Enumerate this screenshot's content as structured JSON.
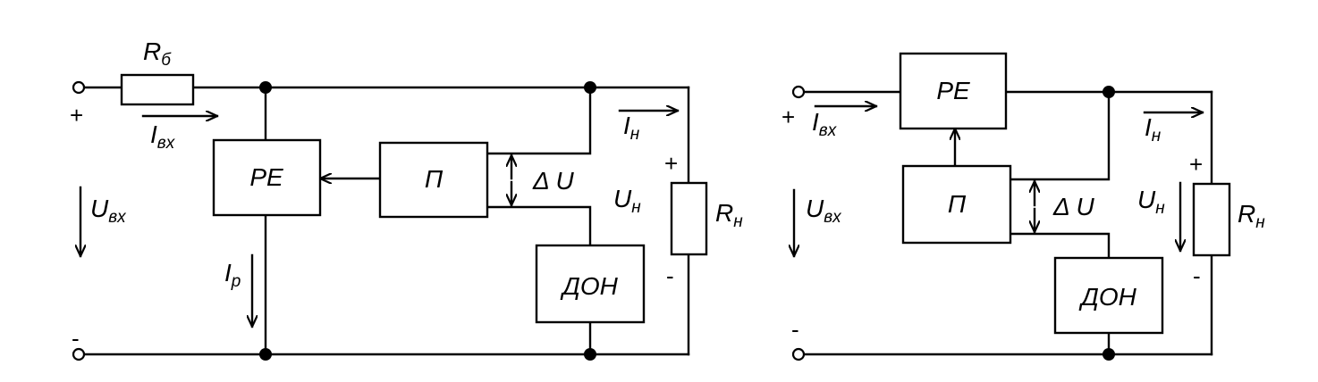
{
  "diagrams": {
    "left": {
      "block_re": "РЕ",
      "block_p": "П",
      "block_don": "ДОН",
      "r_ballast": {
        "main": "R",
        "sub": "б"
      },
      "r_load": {
        "main": "R",
        "sub": "н"
      },
      "i_in": {
        "main": "I",
        "sub": "вх"
      },
      "i_load": {
        "main": "I",
        "sub": "н"
      },
      "i_reg": {
        "main": "I",
        "sub": "р"
      },
      "u_in": {
        "main": "U",
        "sub": "вх"
      },
      "u_load": {
        "main": "U",
        "sub": "н"
      },
      "delta_u": "Δ U",
      "plus_in": "+",
      "minus_in": "-",
      "plus_load": "+",
      "minus_load": "-"
    },
    "right": {
      "block_re": "РЕ",
      "block_p": "П",
      "block_don": "ДОН",
      "r_load": {
        "main": "R",
        "sub": "н"
      },
      "i_in": {
        "main": "I",
        "sub": "вх"
      },
      "i_load": {
        "main": "I",
        "sub": "н"
      },
      "u_in": {
        "main": "U",
        "sub": "вх"
      },
      "u_load": {
        "main": "U",
        "sub": "н"
      },
      "delta_u": "Δ U",
      "plus_in": "+",
      "minus_in": "-",
      "plus_load": "+",
      "minus_load": "-"
    }
  }
}
